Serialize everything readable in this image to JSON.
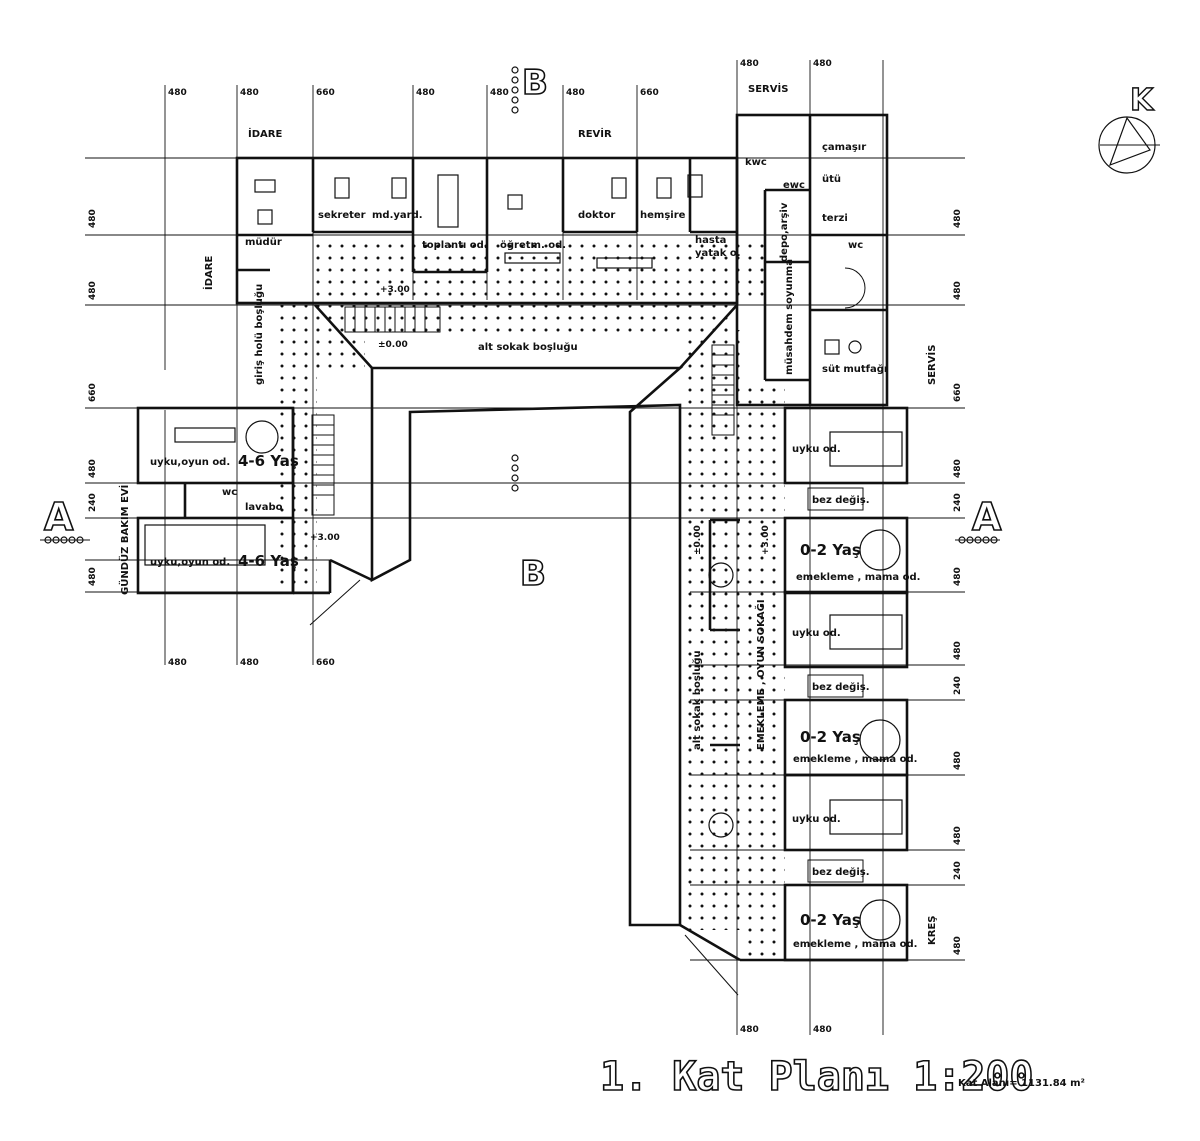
{
  "drawing": {
    "title": "1. Kat Planı 1:200",
    "area_label": "Kat Alanı= 1131.84 m²",
    "north_mark": "K",
    "section_marks": {
      "a": "A",
      "b": "B"
    }
  },
  "zones": {
    "idare_top": "İDARE",
    "idare_side": "İDARE",
    "revir": "REVİR",
    "servis_top": "SERVİS",
    "servis_side": "SERVİS",
    "gunduz": "GÜNDÜZ BAKIM EVİ",
    "kres": "KREŞ"
  },
  "rooms": {
    "mudur": "müdür",
    "sekreter": "sekreter",
    "md_yard": "md.yard.",
    "toplanti": "toplantı od.",
    "ogretmen": "öğretm. od.",
    "doktor": "doktor",
    "hemsire": "hemşire",
    "hasta": "hasta",
    "yatak": "yatak o.",
    "kwc": "kwc",
    "ewc": "ewc",
    "depo": "depo,arşiv",
    "camasir": "çamaşır",
    "utu": "ütü",
    "terzi": "terzi",
    "wc_servis": "wc",
    "musahdem": "müsahdem soyunma",
    "sut": "süt mutfağı",
    "giris": "giriş holü boşluğu",
    "alt_sokak_top": "alt sokak boşluğu",
    "alt_sokak_side": "alt sokak boşluğu",
    "emekleme_sokak": "EMEKLEME , OYUN SOKAĞI",
    "uyku_oyun_1": "uyku,oyun od.",
    "uyku_oyun_2": "uyku,oyun od.",
    "wc_left": "wc",
    "lavabo": "lavabo",
    "uyku_1": "uyku  od.",
    "uyku_2": "uyku  od.",
    "uyku_3": "uyku  od.",
    "bez_1": "bez değiş.",
    "bez_2": "bez değiş.",
    "bez_3": "bez değiş.",
    "emekleme_1": "emekleme , mama od.",
    "emekleme_2": "emekleme , mama od.",
    "emekleme_3": "emekleme , mama od."
  },
  "ages": {
    "a46_1": "4-6 Yaş",
    "a46_2": "4-6 Yaş",
    "a02_1": "0-2 Yaş",
    "a02_2": "0-2 Yaş",
    "a02_3": "0-2 Yaş"
  },
  "levels": {
    "l300_top": "+3.00",
    "l000_top": "±0.00",
    "l300_left": "+3.00",
    "l000_side": "±0.00",
    "l300_side": "+3.00"
  },
  "dimensions": {
    "top": [
      "480",
      "480",
      "660",
      "480",
      "480",
      "480",
      "660",
      "480",
      "480"
    ],
    "bottom_left": [
      "480",
      "480",
      "660"
    ],
    "bottom_right": [
      "480",
      "480"
    ],
    "left": [
      "480",
      "480",
      "660",
      "480",
      "240",
      "480"
    ],
    "right": [
      "480",
      "480",
      "660",
      "480",
      "240",
      "480",
      "480",
      "240",
      "480",
      "480",
      "240",
      "480"
    ]
  }
}
